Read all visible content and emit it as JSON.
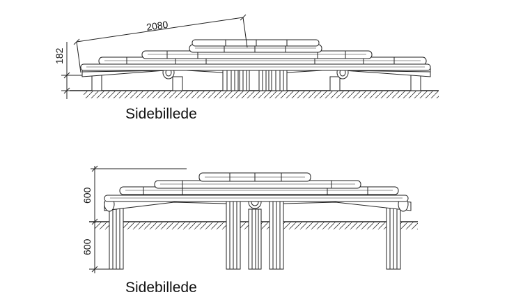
{
  "views": [
    {
      "caption": "Sidebillede",
      "dimensions": [
        "2080",
        "182"
      ]
    },
    {
      "caption": "Sidebillede",
      "dimensions": [
        "600",
        "600"
      ]
    }
  ]
}
